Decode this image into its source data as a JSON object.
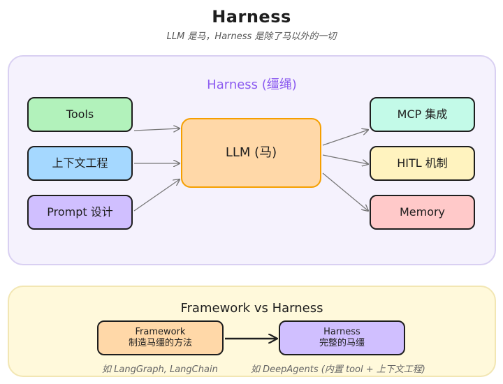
{
  "title": "Harness",
  "subtitle": "LLM 是马，Harness 是除了马以外的一切",
  "harness_panel": {
    "title": "Harness (缰绳)",
    "inputs": [
      "Tools",
      "上下文工程",
      "Prompt 设计"
    ],
    "core": "LLM (马)",
    "outputs": [
      "MCP 集成",
      "HITL 机制",
      "Memory"
    ]
  },
  "compare_panel": {
    "title": "Framework vs Harness",
    "framework": {
      "name": "Framework",
      "desc": "制造马缰的方法"
    },
    "harness": {
      "name": "Harness",
      "desc": "完整的马缰"
    },
    "framework_examples": "如 LangGraph, LangChain",
    "harness_examples": "如 DeepAgents (内置 tool + 上下文工程)"
  },
  "colors": {
    "harness_accent": "#8c5cf0",
    "tools": "#b2f2bb",
    "context": "#a5d8ff",
    "prompt": "#d0bfff",
    "llm": "#ffd8a8",
    "mcp": "#c3fae8",
    "hitl": "#fff3bf",
    "memory": "#ffc9c9"
  }
}
